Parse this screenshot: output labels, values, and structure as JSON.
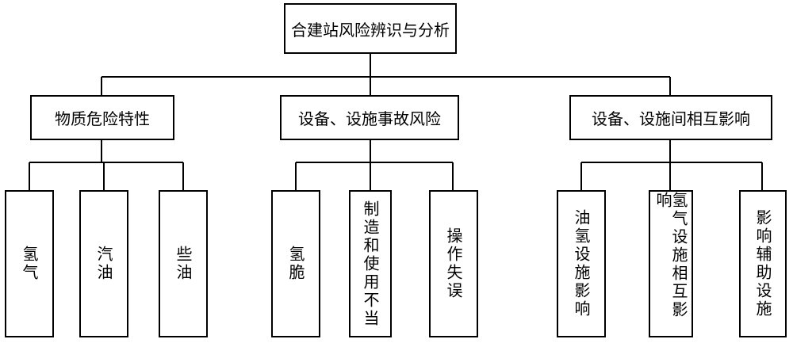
{
  "root": {
    "label": "合建站风险辨识与分析"
  },
  "categories": [
    {
      "label": "物质危险特性",
      "items": [
        "氢气",
        "汽油",
        "些油"
      ]
    },
    {
      "label": "设备、设施事故风险",
      "items": [
        "氢脆",
        "制造和使用不当",
        "操作失误"
      ]
    },
    {
      "label": "设备、设施间相互影响",
      "items": [
        "油氢设施影响",
        "氢气设施相互影响",
        "影响辅助设施"
      ]
    }
  ]
}
